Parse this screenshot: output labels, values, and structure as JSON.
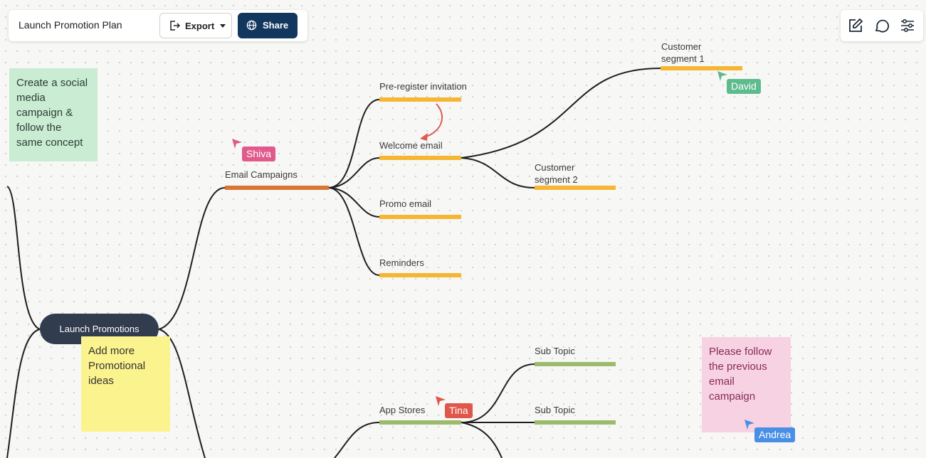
{
  "toolbar": {
    "title": "Launch Promotion Plan",
    "export_label": "Export",
    "share_label": "Share"
  },
  "tools": {
    "icons": [
      "edit-icon",
      "comment-icon",
      "settings-sliders-icon"
    ]
  },
  "colors": {
    "root": "#323c4f",
    "email_branch": "#d97535",
    "orange_bar": "#f5b633",
    "green_bar": "#9cba6b",
    "share_button": "#12375e"
  },
  "mindmap": {
    "root": "Launch Promotions",
    "email_campaigns": "Email Campaigns",
    "pre_register": "Pre-register invitation",
    "welcome_email": "Welcome email",
    "promo_email": "Promo  email",
    "reminders": "Reminders",
    "customer_segment_1": "Customer segment 1",
    "customer_segment_2": "Customer segment 2",
    "app_stores": "App Stores",
    "sub_topic_1": "Sub Topic",
    "sub_topic_2": "Sub Topic"
  },
  "stickies": {
    "green": "Create a social media campaign & follow the same concept",
    "yellow": "Add more Promotional ideas",
    "pink": "Please follow the previous email campaign"
  },
  "cursors": {
    "shiva": "Shiva",
    "david": "David",
    "tina": "Tina",
    "andrea": "Andrea"
  }
}
